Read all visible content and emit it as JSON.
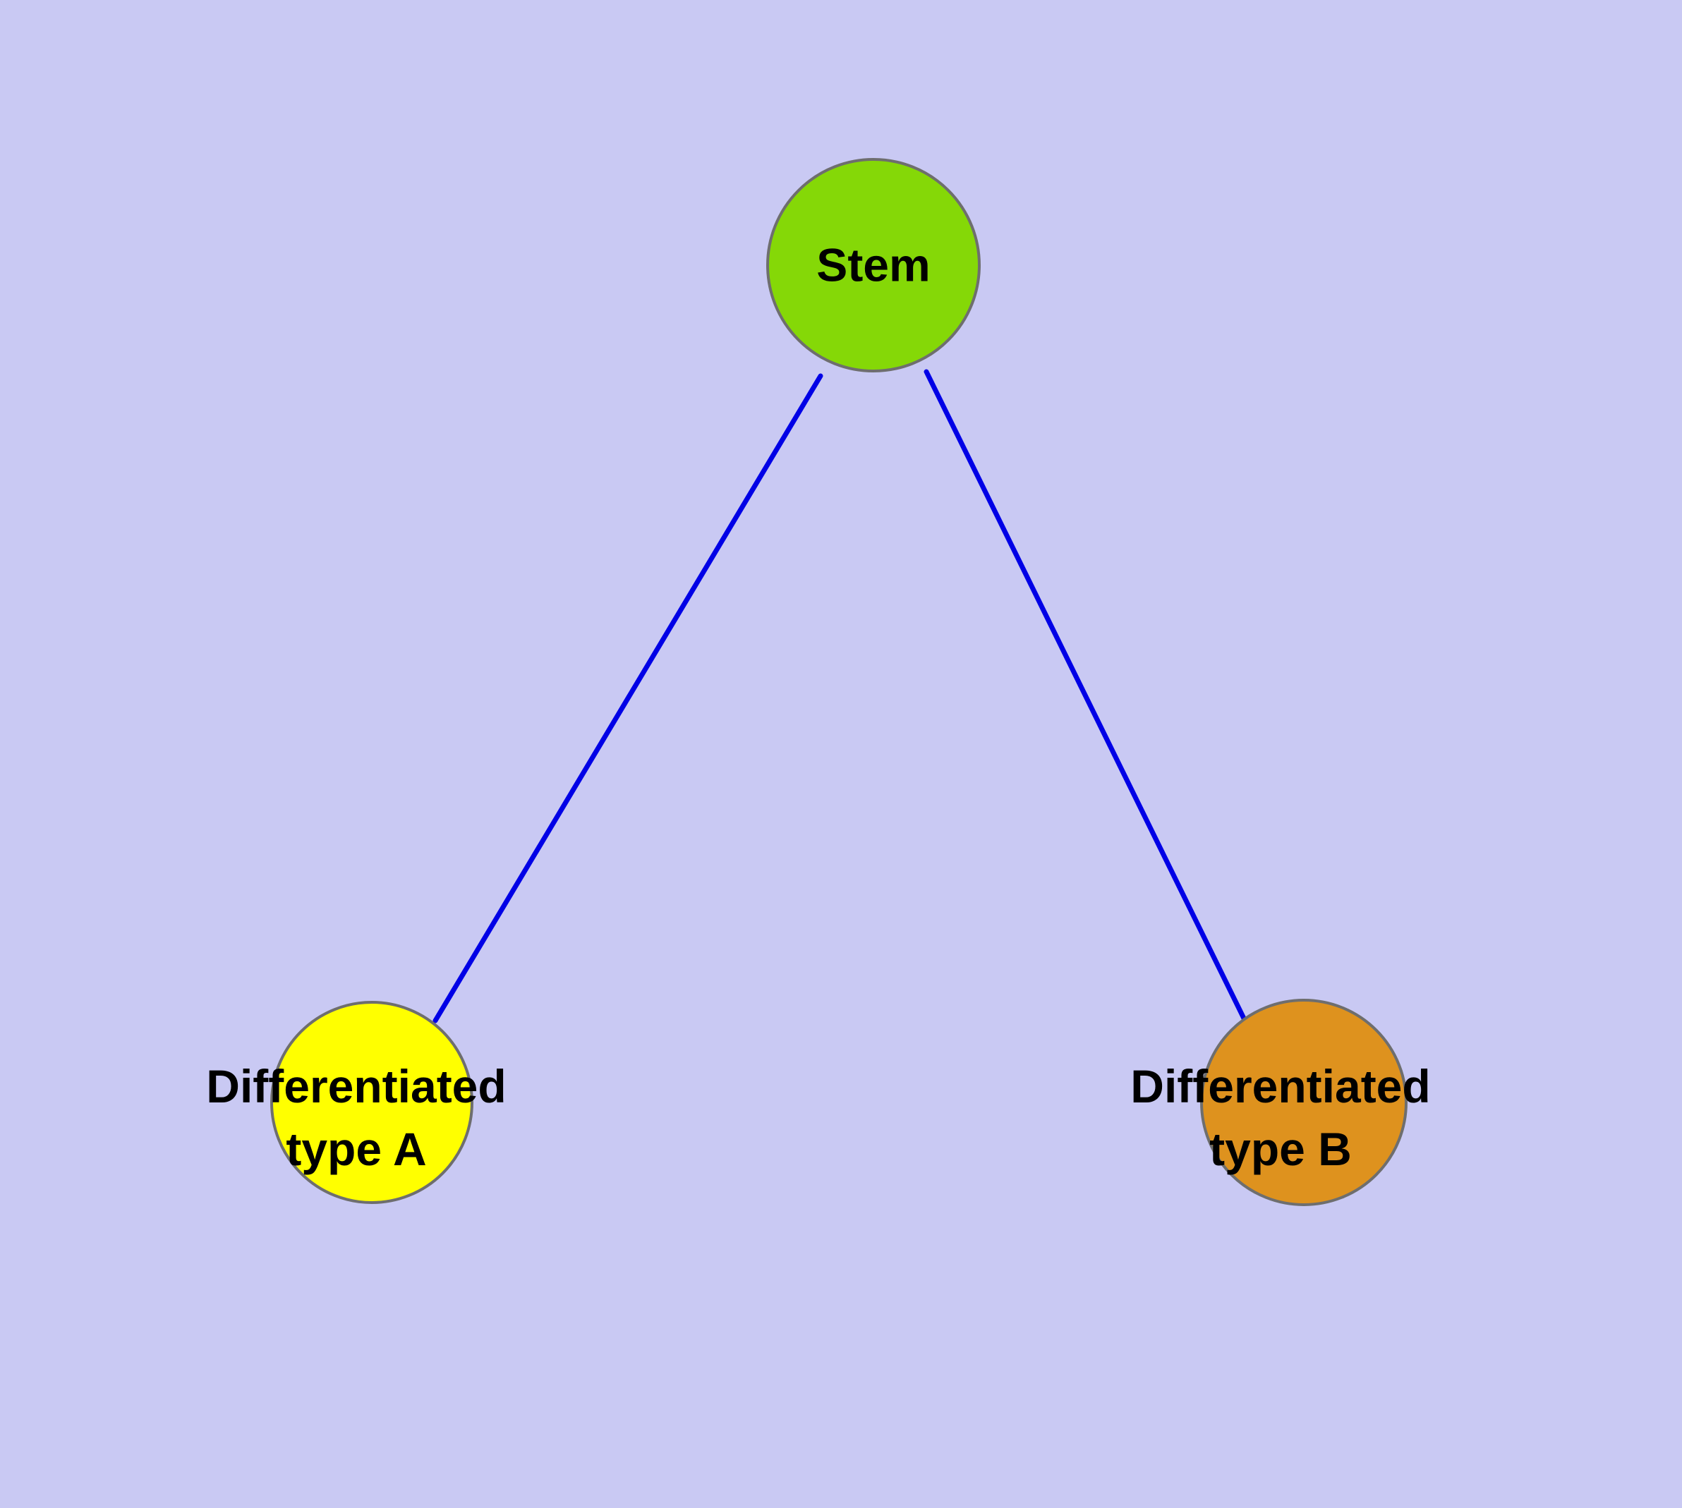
{
  "diagram": {
    "background_color": "#c9c9f3",
    "edge_color": "#0000e6",
    "node_border_color": "#6e6e6e",
    "nodes": {
      "stem": {
        "label": "Stem",
        "color": "#85d807"
      },
      "diff_a": {
        "label": "Differentiated\ntype A",
        "color": "#ffff00"
      },
      "diff_b": {
        "label": "Differentiated\ntype B",
        "color": "#de921e"
      }
    },
    "edges": [
      {
        "from": "Stem",
        "to": "Differentiated type A"
      },
      {
        "from": "Stem",
        "to": "Differentiated type B"
      }
    ]
  }
}
